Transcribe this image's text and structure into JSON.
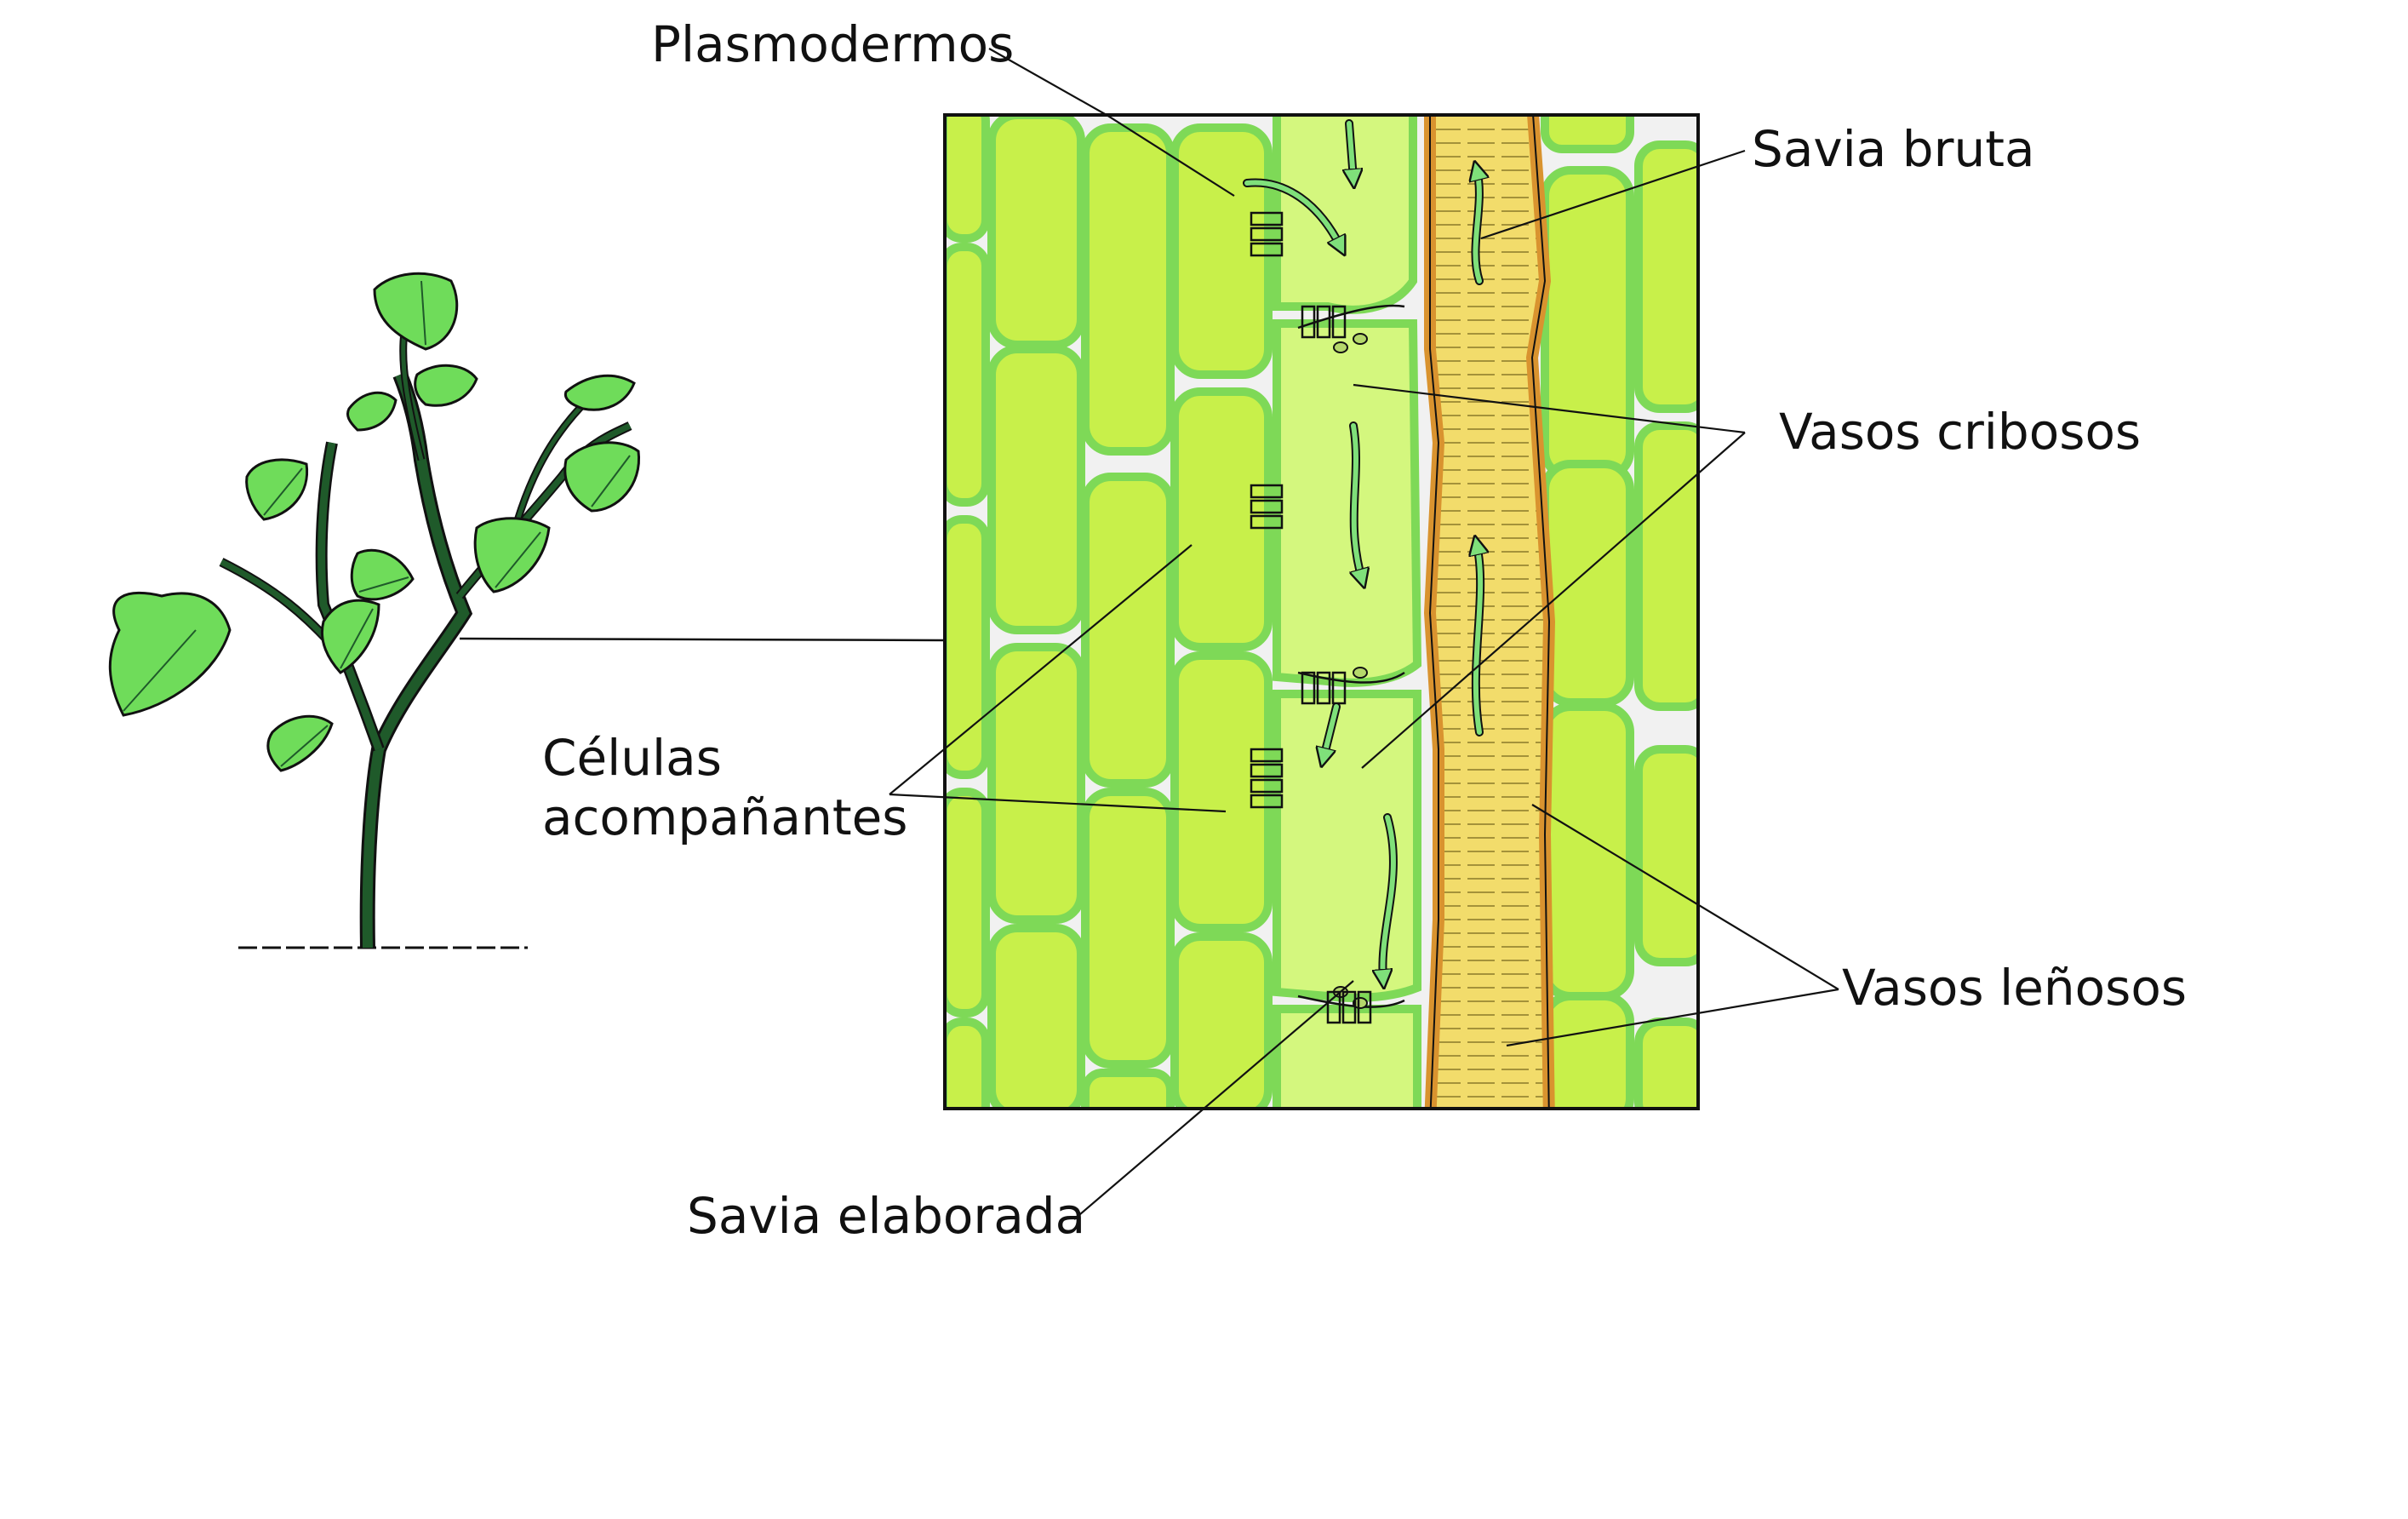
{
  "labels": {
    "plasmodermos": "Plasmodermos",
    "savia_bruta": "Savia bruta",
    "vasos_cribosos": "Vasos cribosos",
    "celulas_line1": "Células",
    "celulas_line2": "acompañantes",
    "vasos_lenosos": "Vasos leñosos",
    "savia_elaborada": "Savia elaborada"
  },
  "colors": {
    "cell_fill": "#c8f04a",
    "cell_wall": "#7ed957",
    "sieve_fill": "#d4f77e",
    "vessel_fill": "#f2dc6b",
    "vessel_edge": "#d9932f",
    "arrow": "#7fe07a",
    "leaf": "#6fdc5a",
    "stem": "#1f5a2a",
    "outline": "#111111"
  },
  "icons": {
    "plant": "plant-illustration",
    "arrow": "sap-flow-arrow"
  }
}
